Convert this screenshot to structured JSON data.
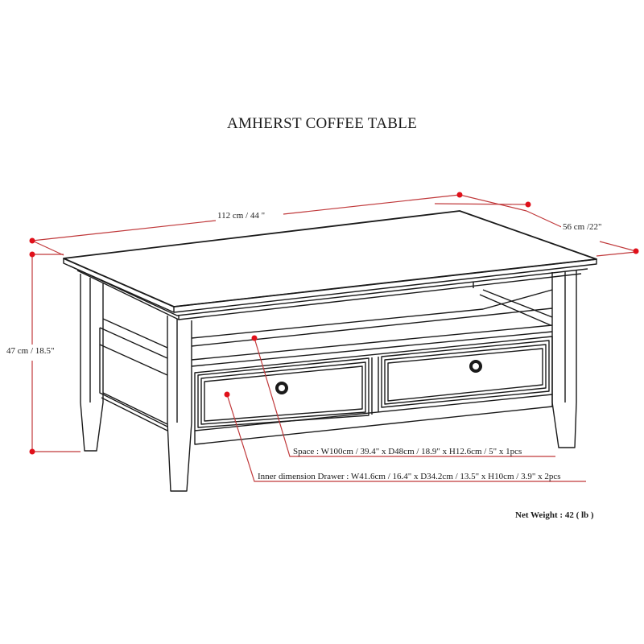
{
  "diagram": {
    "title": "AMHERST COFFEE TABLE",
    "dimensions": {
      "width": "112 cm / 44 \"",
      "depth": "56 cm /22\"",
      "height": "47 cm / 18.5\""
    },
    "annotations": {
      "space": "Space : W100cm / 39.4\" x D48cm / 18.9\" x H12.6cm / 5\" x 1pcs",
      "drawer": "Inner dimension Drawer : W41.6cm / 16.4\" x D34.2cm / 13.5\" x H10cm / 3.9\" x 2pcs"
    },
    "net_weight": "Net Weight :  42 ( lb )",
    "colors": {
      "dimension_line": "#c0393b",
      "dimension_dot": "#e0101a",
      "line_art": "#1a1a1a",
      "background": "#ffffff"
    }
  }
}
